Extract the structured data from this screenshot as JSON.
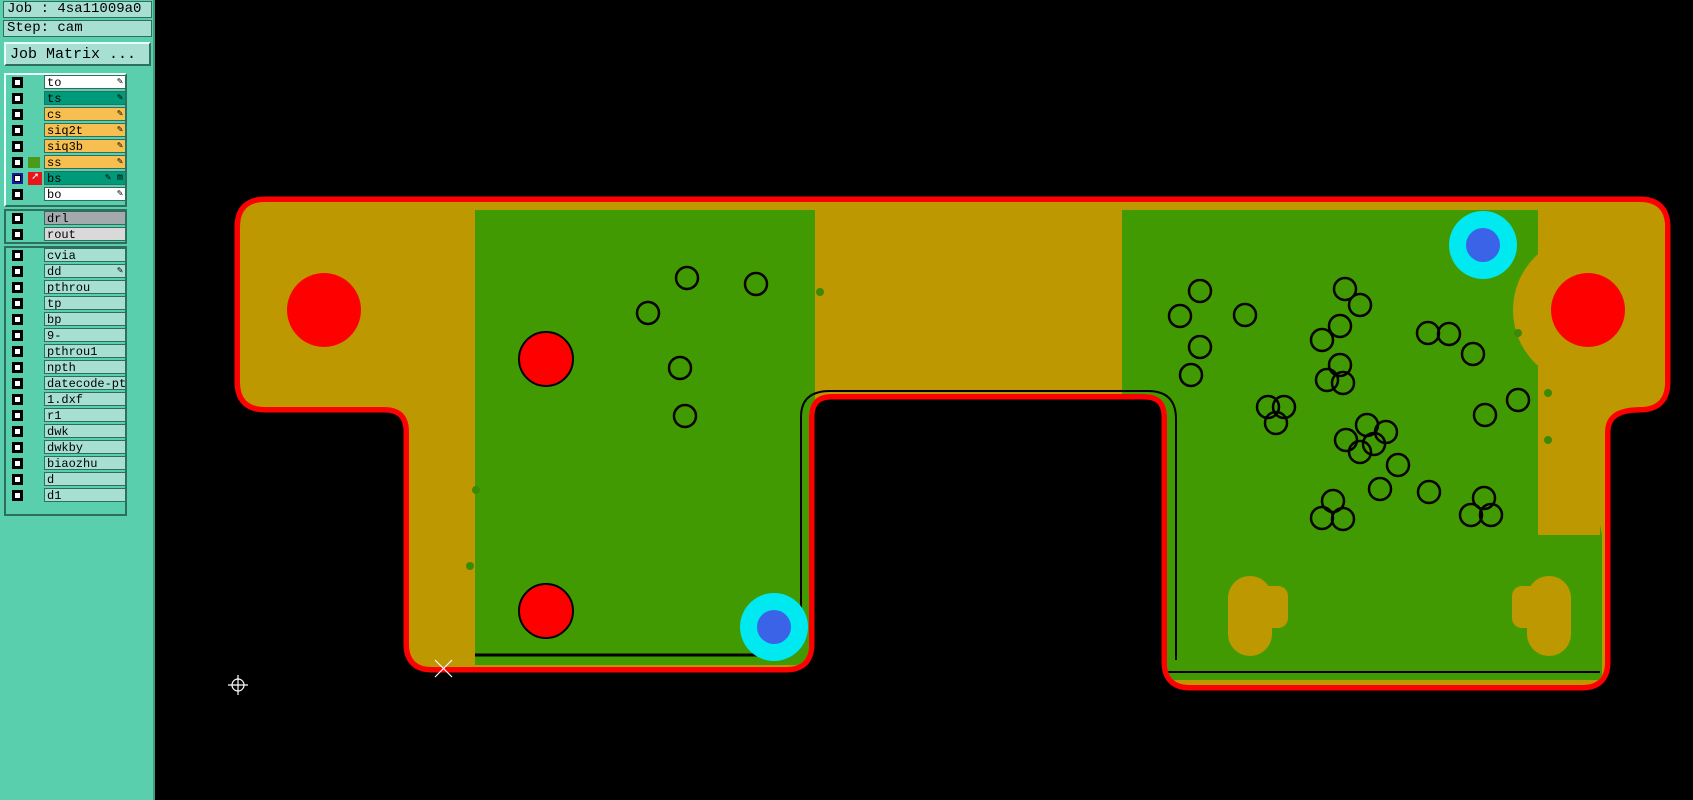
{
  "job": {
    "label": "Job : 4sa11009a0",
    "step": "Step: cam"
  },
  "job_matrix_button": "Job Matrix ...",
  "colors": {
    "sidebar_bg": "#59cfad",
    "board_outline": "#ff0000",
    "copper_green": "#429a02",
    "copper_gold": "#bd9800",
    "pad_red": "#ff0000",
    "via_cyan": "#00e8f0",
    "via_blue": "#3a63e8",
    "canvas_bg": "#000000"
  },
  "layers_board": [
    {
      "name": "to",
      "bg": "#ffffff",
      "flag": "✎"
    },
    {
      "name": "ts",
      "bg": "#00997a",
      "flag": "✎"
    },
    {
      "name": "cs",
      "bg": "#f7bf4f",
      "flag": "✎"
    },
    {
      "name": "siq2t",
      "bg": "#f7bf4f",
      "flag": "✎"
    },
    {
      "name": "siq3b",
      "bg": "#f7bf4f",
      "flag": "✎"
    },
    {
      "name": "ss",
      "bg": "#f7bf4f",
      "flag": "✎",
      "mark": "green"
    },
    {
      "name": "bs",
      "bg": "#00997a",
      "flag": "✎ m",
      "mark": "red",
      "active": true
    },
    {
      "name": "bo",
      "bg": "#ffffff",
      "flag": "✎"
    }
  ],
  "layers_drill": [
    {
      "name": "drl",
      "bg": "#a3a9ad",
      "flag": ""
    },
    {
      "name": "rout",
      "bg": "#d9d9d9",
      "flag": ""
    }
  ],
  "layers_misc": [
    {
      "name": "cvia",
      "bg": "#a7e0d3",
      "flag": ""
    },
    {
      "name": "dd",
      "bg": "#a7e0d3",
      "flag": "✎"
    },
    {
      "name": "pthrou",
      "bg": "#a7e0d3",
      "flag": ""
    },
    {
      "name": "tp",
      "bg": "#a7e0d3",
      "flag": ""
    },
    {
      "name": "bp",
      "bg": "#a7e0d3",
      "flag": ""
    },
    {
      "name": "9-",
      "bg": "#a7e0d3",
      "flag": ""
    },
    {
      "name": "pthrou1",
      "bg": "#a7e0d3",
      "flag": ""
    },
    {
      "name": "npth",
      "bg": "#a7e0d3",
      "flag": ""
    },
    {
      "name": "datecode-pte",
      "bg": "#a7e0d3",
      "flag": ""
    },
    {
      "name": "1.dxf",
      "bg": "#a7e0d3",
      "flag": ""
    },
    {
      "name": "r1",
      "bg": "#a7e0d3",
      "flag": ""
    },
    {
      "name": "dwk",
      "bg": "#a7e0d3",
      "flag": ""
    },
    {
      "name": "dwkby",
      "bg": "#a7e0d3",
      "flag": ""
    },
    {
      "name": "biaozhu",
      "bg": "#a7e0d3",
      "flag": ""
    },
    {
      "name": "d",
      "bg": "#a7e0d3",
      "flag": ""
    },
    {
      "name": "d1",
      "bg": "#a7e0d3",
      "flag": ""
    }
  ]
}
